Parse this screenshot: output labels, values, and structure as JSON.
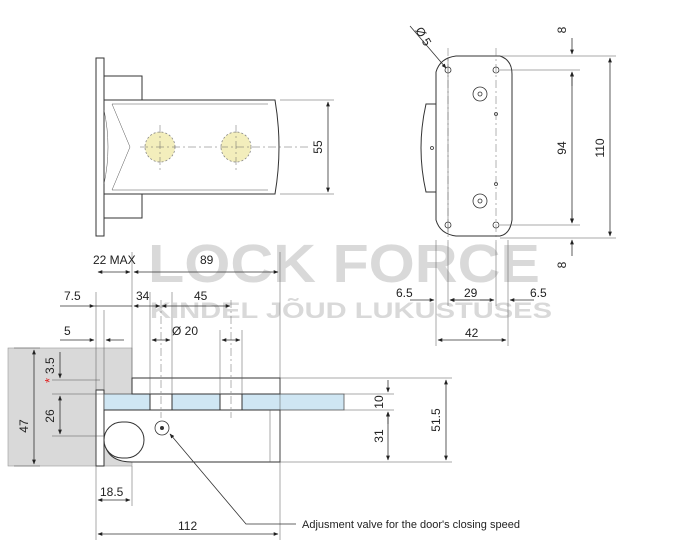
{
  "watermark": {
    "title": "LOCK FORCE",
    "subtitle": "KINDEL JÕUD LUKUSTUSES"
  },
  "dimensions": {
    "top_view_height": "55",
    "hole_diameter": "Ø 5",
    "right_top_offset": "8",
    "right_bottom_offset": "8",
    "right_inner_height": "94",
    "right_total_height": "110",
    "right_left_margin": "6.5",
    "right_middle": "29",
    "right_right_margin": "6.5",
    "right_width": "42",
    "gap_max": "22 MAX",
    "length_89": "89",
    "offset_7_5": "7.5",
    "offset_34": "34",
    "spacing_45": "45",
    "offset_5": "5",
    "bolt_diameter": "Ø 20",
    "asterisk_3_5": "3.5",
    "height_26": "26",
    "height_47": "47",
    "glass_10": "10",
    "height_31": "31",
    "height_51_5": "51.5",
    "offset_18_5": "18.5",
    "length_112": "112"
  },
  "annotations": {
    "asterisk": "*",
    "valve_note": "Adjusment valve for the door's closing speed"
  },
  "colors": {
    "line": "#333333",
    "bolt_fill": "#f3eebc",
    "glass_fill": "#cfe6f3",
    "wall_fill": "#d9d9d9",
    "asterisk": "#e02020",
    "watermark": "#d9d9d9"
  }
}
